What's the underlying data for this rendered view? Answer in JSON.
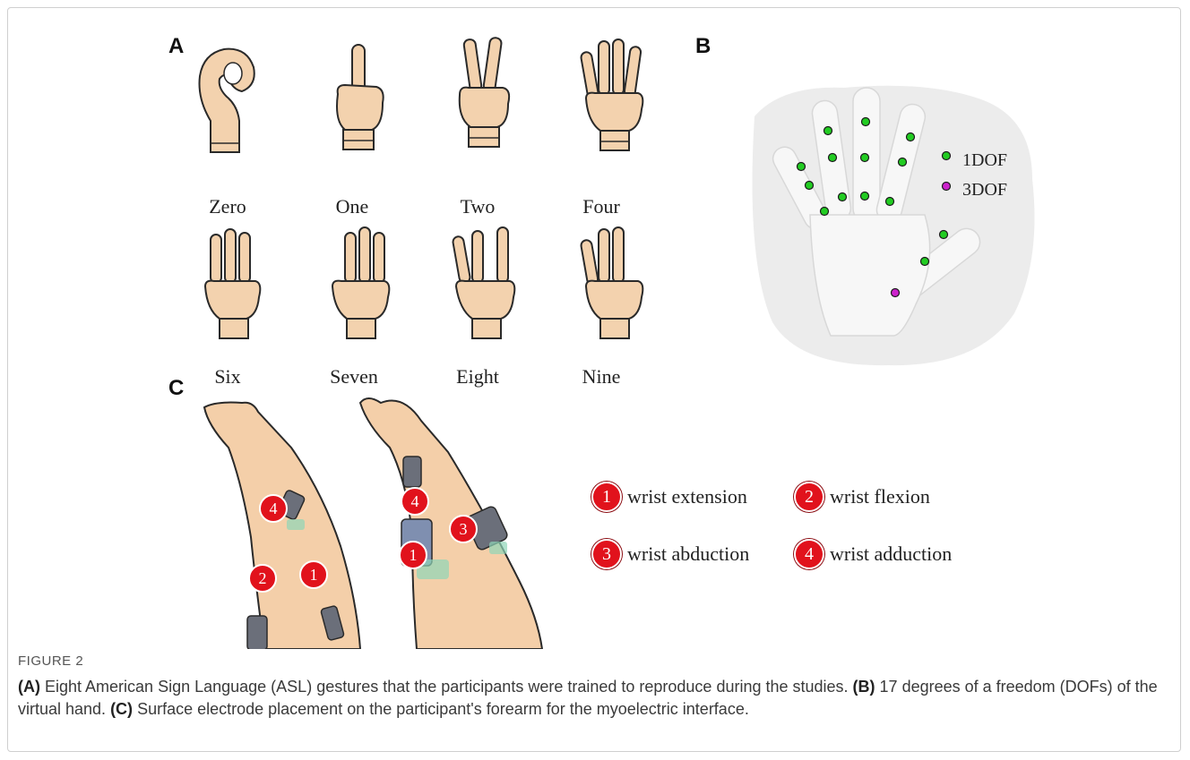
{
  "panels": {
    "a": {
      "letter": "A",
      "gestures": [
        "Zero",
        "One",
        "Two",
        "Four",
        "Six",
        "Seven",
        "Eight",
        "Nine"
      ]
    },
    "b": {
      "letter": "B",
      "legend": {
        "one_dof": "1DOF",
        "three_dof": "3DOF"
      },
      "dot_colors": {
        "one_dof": "#22cc22",
        "three_dof": "#cc22cc"
      }
    },
    "c": {
      "letter": "C",
      "electrodes": [
        {
          "num": "1",
          "label": "wrist extension"
        },
        {
          "num": "2",
          "label": "wrist flexion"
        },
        {
          "num": "3",
          "label": "wrist abduction"
        },
        {
          "num": "4",
          "label": "wrist adduction"
        }
      ],
      "badge_color": "#e1121c"
    }
  },
  "caption": {
    "title": "FIGURE 2",
    "parts": [
      {
        "ref": "(A)",
        "text": " Eight American Sign Language (ASL) gestures that the participants were trained to reproduce during the studies. "
      },
      {
        "ref": "(B)",
        "text": " 17 degrees of a freedom (DOFs) of the virtual hand. "
      },
      {
        "ref": "(C)",
        "text": " Surface electrode placement on the participant's forearm for the myoelectric interface."
      }
    ]
  }
}
